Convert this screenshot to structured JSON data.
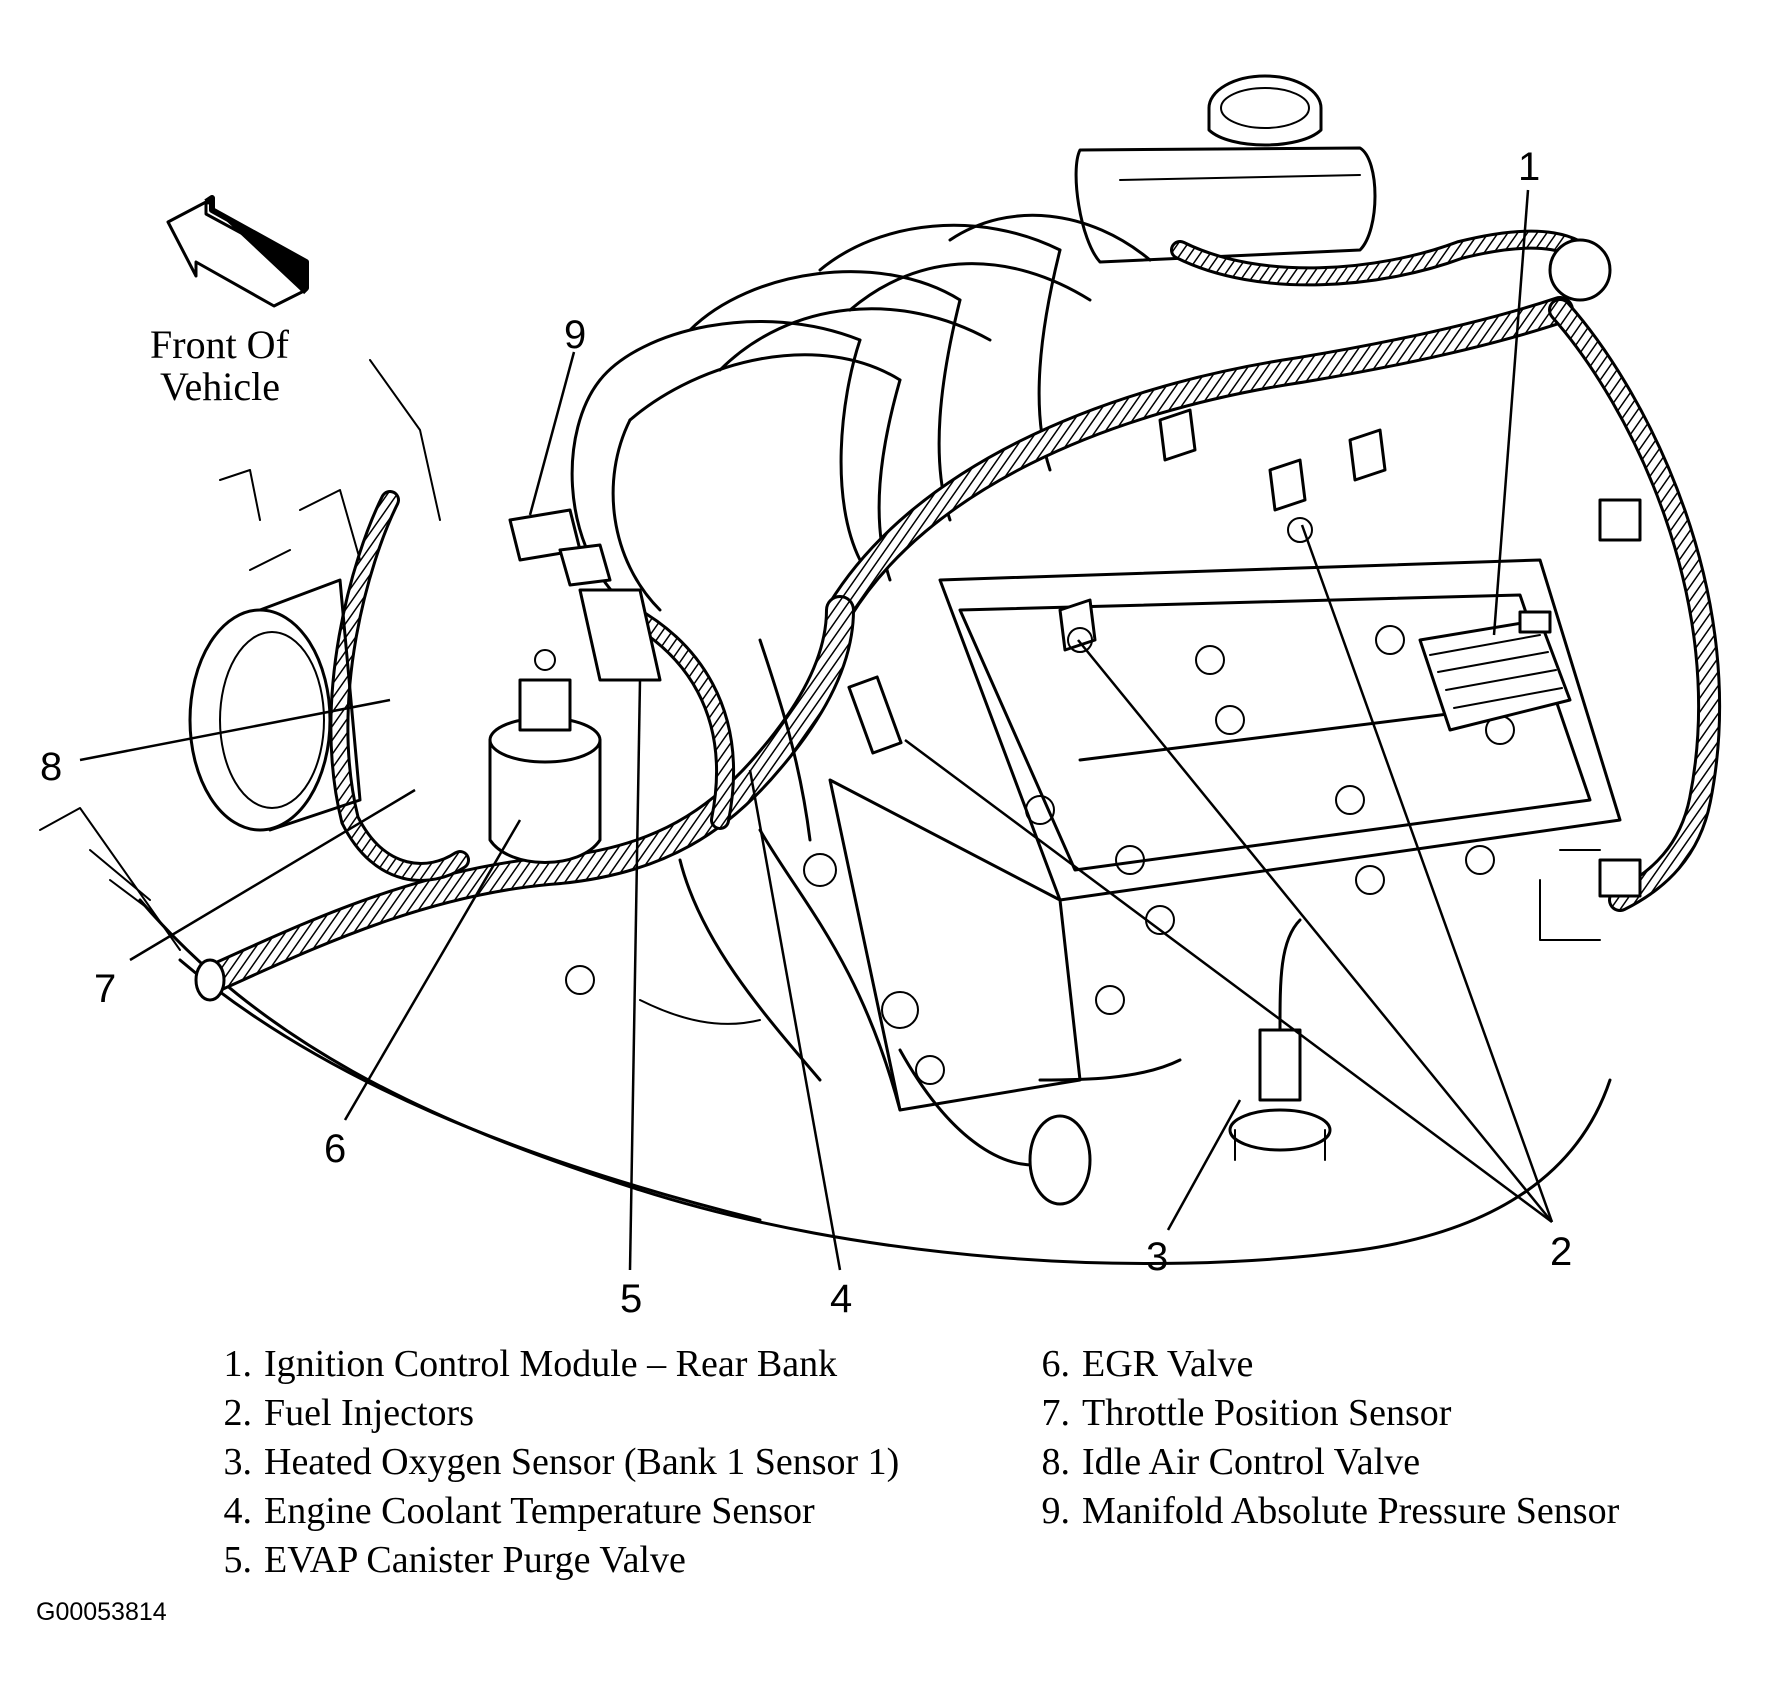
{
  "orientation_label_line1": "Front Of",
  "orientation_label_line2": "Vehicle",
  "callouts": [
    "1",
    "2",
    "3",
    "4",
    "5",
    "6",
    "7",
    "8",
    "9"
  ],
  "legend": [
    {
      "number": "1.",
      "text": "Ignition Control Module – Rear Bank"
    },
    {
      "number": "2.",
      "text": "Fuel Injectors"
    },
    {
      "number": "3.",
      "text": "Heated Oxygen Sensor (Bank 1 Sensor 1)"
    },
    {
      "number": "4.",
      "text": "Engine Coolant Temperature Sensor"
    },
    {
      "number": "5.",
      "text": "EVAP Canister Purge Valve"
    },
    {
      "number": "6.",
      "text": "EGR Valve"
    },
    {
      "number": "7.",
      "text": "Throttle Position Sensor"
    },
    {
      "number": "8.",
      "text": "Idle Air Control Valve"
    },
    {
      "number": "9.",
      "text": "Manifold Absolute Pressure Sensor"
    }
  ],
  "figure_id": "G00053814"
}
